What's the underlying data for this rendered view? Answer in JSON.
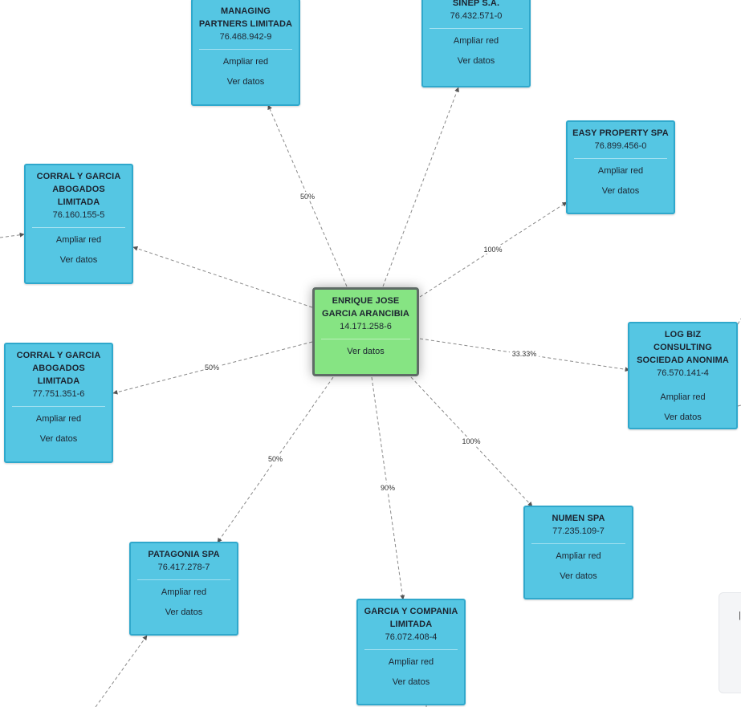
{
  "network": {
    "center": {
      "name": "ENRIQUE JOSE GARCIA ARANCIBIA",
      "rut": "14.171.258-6",
      "view_label": "Ver datos"
    },
    "nodes": [
      {
        "id": "managing",
        "name": "MANAGING PARTNERS LIMITADA",
        "rut": "76.468.942-9",
        "expand_label": "Ampliar red",
        "view_label": "Ver datos"
      },
      {
        "id": "sinep",
        "name": "SINEP S.A.",
        "rut": "76.432.571-0",
        "expand_label": "Ampliar red",
        "view_label": "Ver datos"
      },
      {
        "id": "easy",
        "name": "EASY PROPERTY SPA",
        "rut": "76.899.456-0",
        "expand_label": "Ampliar red",
        "view_label": "Ver datos"
      },
      {
        "id": "corral1",
        "name": "CORRAL Y GARCIA ABOGADOS LIMITADA",
        "rut": "76.160.155-5",
        "expand_label": "Ampliar red",
        "view_label": "Ver datos"
      },
      {
        "id": "logbiz",
        "name": "LOG BIZ CONSULTING SOCIEDAD ANONIMA",
        "rut": "76.570.141-4",
        "expand_label": "Ampliar red",
        "view_label": "Ver datos"
      },
      {
        "id": "corral2",
        "name": "CORRAL Y GARCIA ABOGADOS LIMITADA",
        "rut": "77.751.351-6",
        "expand_label": "Ampliar red",
        "view_label": "Ver datos"
      },
      {
        "id": "numen",
        "name": "NUMEN SPA",
        "rut": "77.235.109-7",
        "expand_label": "Ampliar red",
        "view_label": "Ver datos"
      },
      {
        "id": "patagonia",
        "name": "PATAGONIA SPA",
        "rut": "76.417.278-7",
        "expand_label": "Ampliar red",
        "view_label": "Ver datos"
      },
      {
        "id": "garciacomp",
        "name": "GARCIA Y COMPANIA LIMITADA",
        "rut": "76.072.408-4",
        "expand_label": "Ampliar red",
        "view_label": "Ver datos"
      }
    ],
    "edges": [
      {
        "to": "managing",
        "label": "50%"
      },
      {
        "to": "sinep",
        "label": ""
      },
      {
        "to": "easy",
        "label": "100%"
      },
      {
        "to": "corral1",
        "label": ""
      },
      {
        "to": "logbiz",
        "label": "33.33%"
      },
      {
        "to": "corral2",
        "label": "50%"
      },
      {
        "to": "numen",
        "label": "100%"
      },
      {
        "to": "patagonia",
        "label": "50%"
      },
      {
        "to": "garciacomp",
        "label": "90%"
      }
    ]
  },
  "colors": {
    "node_fill": "#55c6e3",
    "node_border": "#2fa8cc",
    "center_fill": "#86e483",
    "center_border": "#5f6b66",
    "edge": "#8a8a8a"
  }
}
